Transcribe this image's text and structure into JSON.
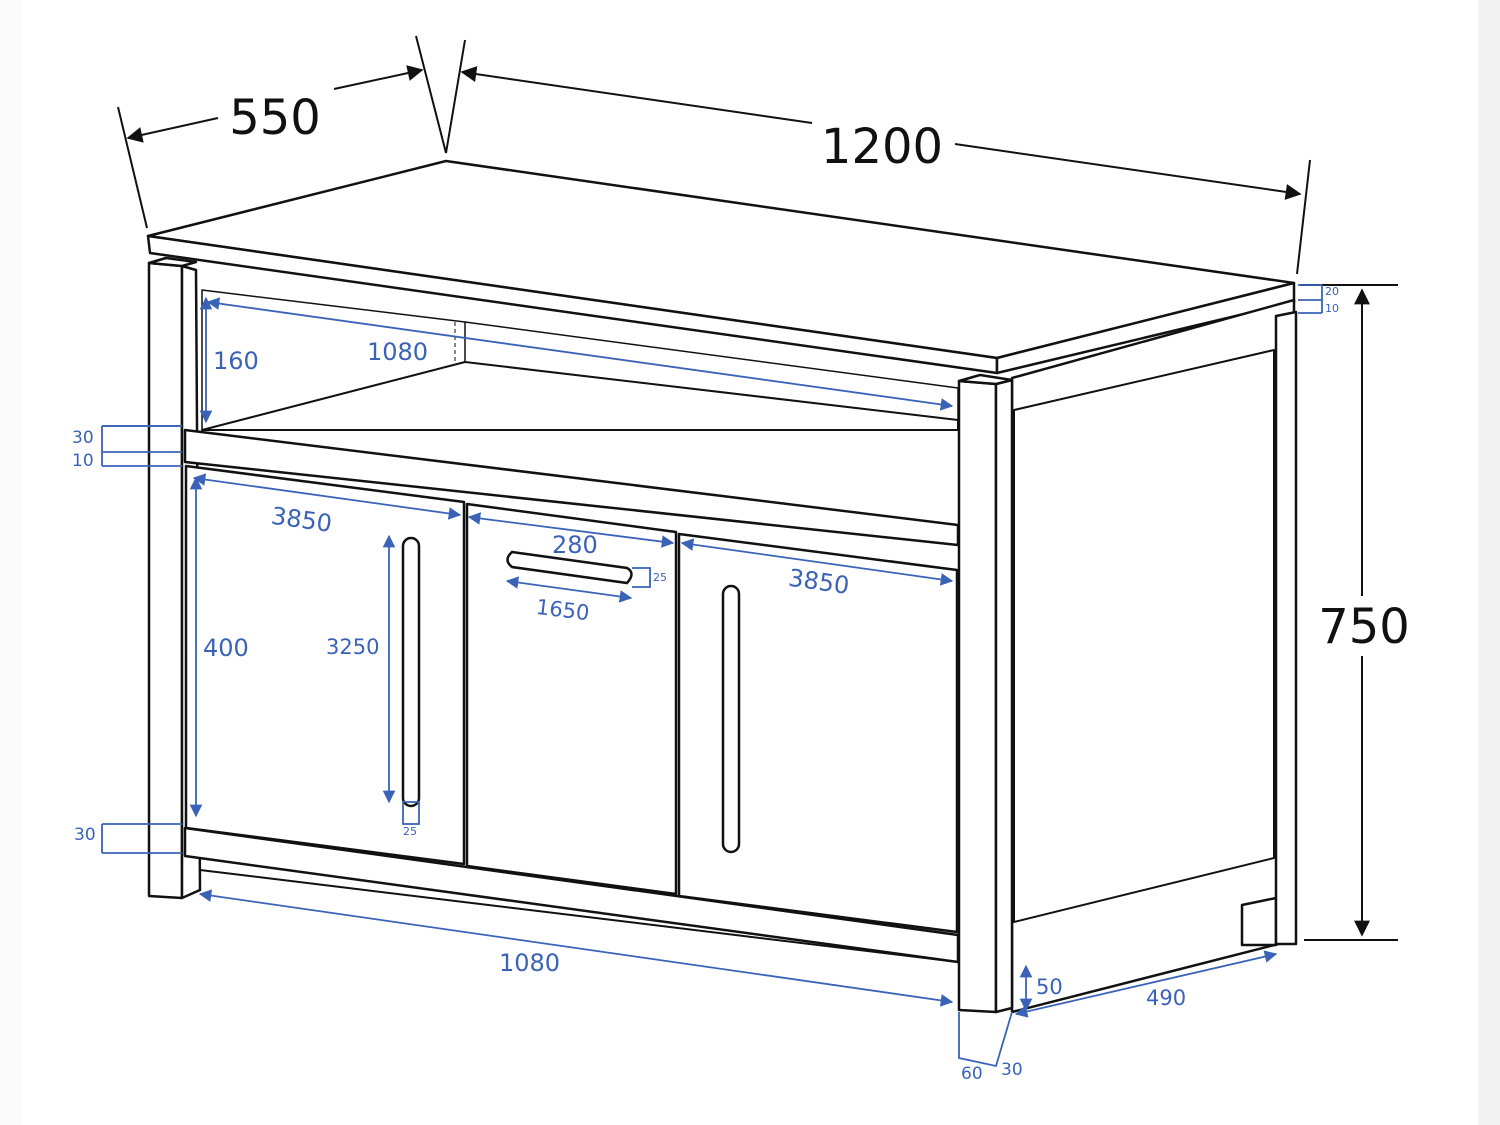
{
  "drawing": {
    "overall": {
      "depth": "550",
      "width": "1200",
      "height": "750"
    },
    "shelf": {
      "opening_height": "160",
      "inner_width": "1080"
    },
    "top_rail": {
      "upper": "30",
      "lower": "10"
    },
    "top_offsets": {
      "upper": "20",
      "lower": "10"
    },
    "doors": {
      "left_width": "3850",
      "middle_width": "280",
      "right_width": "3850",
      "height": "400",
      "vertical_handle_length": "3250",
      "vertical_handle_width": "25",
      "horizontal_handle_length": "1650",
      "horizontal_handle_height": "25"
    },
    "base": {
      "rail": "30",
      "inner_width": "1080",
      "leg_height": "50",
      "side_depth": "490",
      "leg_width": "60",
      "leg_depth": "30"
    }
  },
  "colors": {
    "dimension": "#3a63b8",
    "outline": "#111111",
    "background": "#ffffff"
  }
}
